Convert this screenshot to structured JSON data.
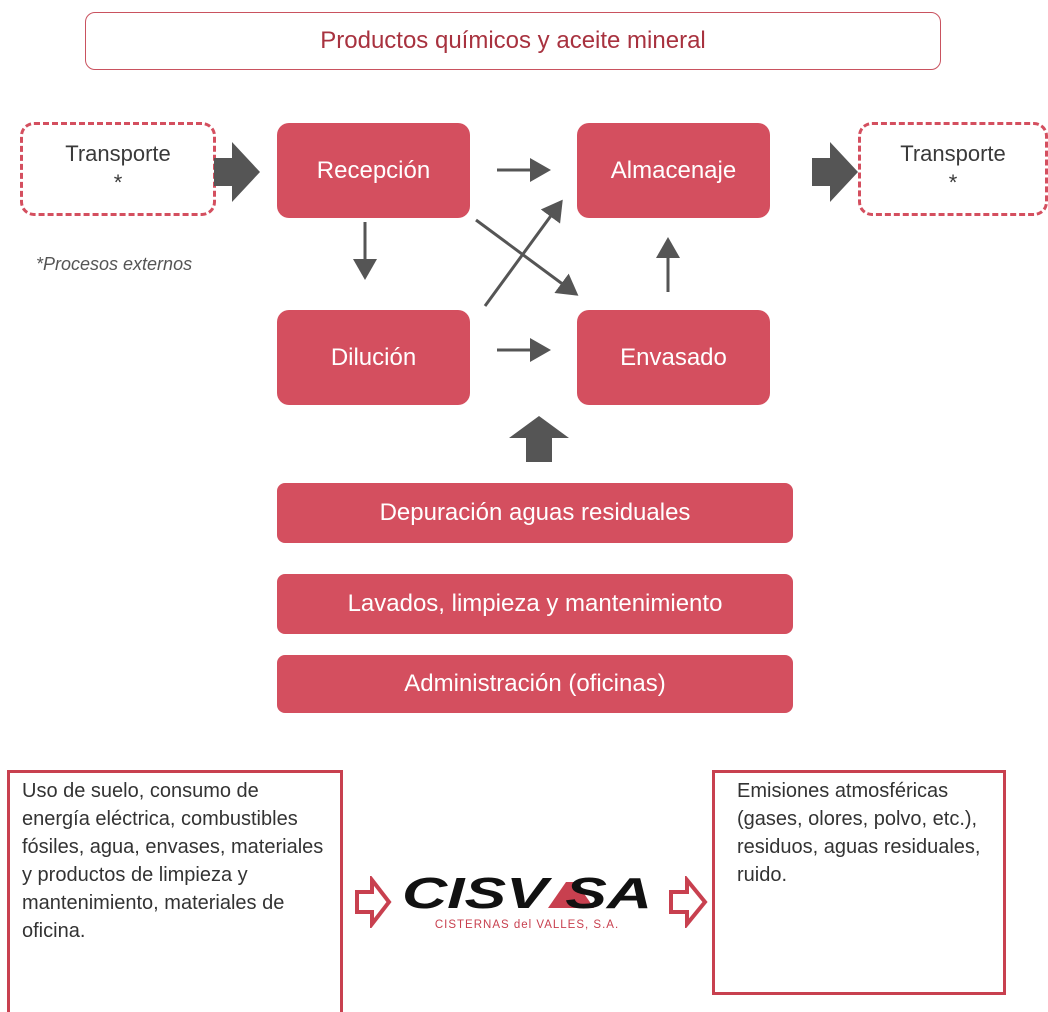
{
  "title": "Productos químicos y aceite mineral",
  "external_note": "*Procesos externos",
  "nodes": {
    "transport_in": {
      "label": "Transporte",
      "mark": "*"
    },
    "transport_out": {
      "label": "Transporte",
      "mark": "*"
    },
    "reception": "Recepción",
    "storage": "Almacenaje",
    "dilution": "Dilución",
    "packaging": "Envasado"
  },
  "support_processes": [
    "Depuración aguas residuales",
    "Lavados, limpieza y mantenimiento",
    "Administración (oficinas)"
  ],
  "inputs_text": "Uso de suelo, consumo de energía eléctrica, combustibles fósiles, agua, envases, materiales y productos de limpieza y mantenimiento, materiales de oficina.",
  "outputs_text": "Emisiones atmosféricas (gases, olores, polvo, etc.), residuos, aguas residuales, ruido.",
  "logo": {
    "wordmark": "CISVASA",
    "subtitle": "CISTERNAS del VALLES, S.A."
  },
  "colors": {
    "accent": "#d44f5f",
    "border": "#c8404f",
    "arrow": "#555555"
  }
}
